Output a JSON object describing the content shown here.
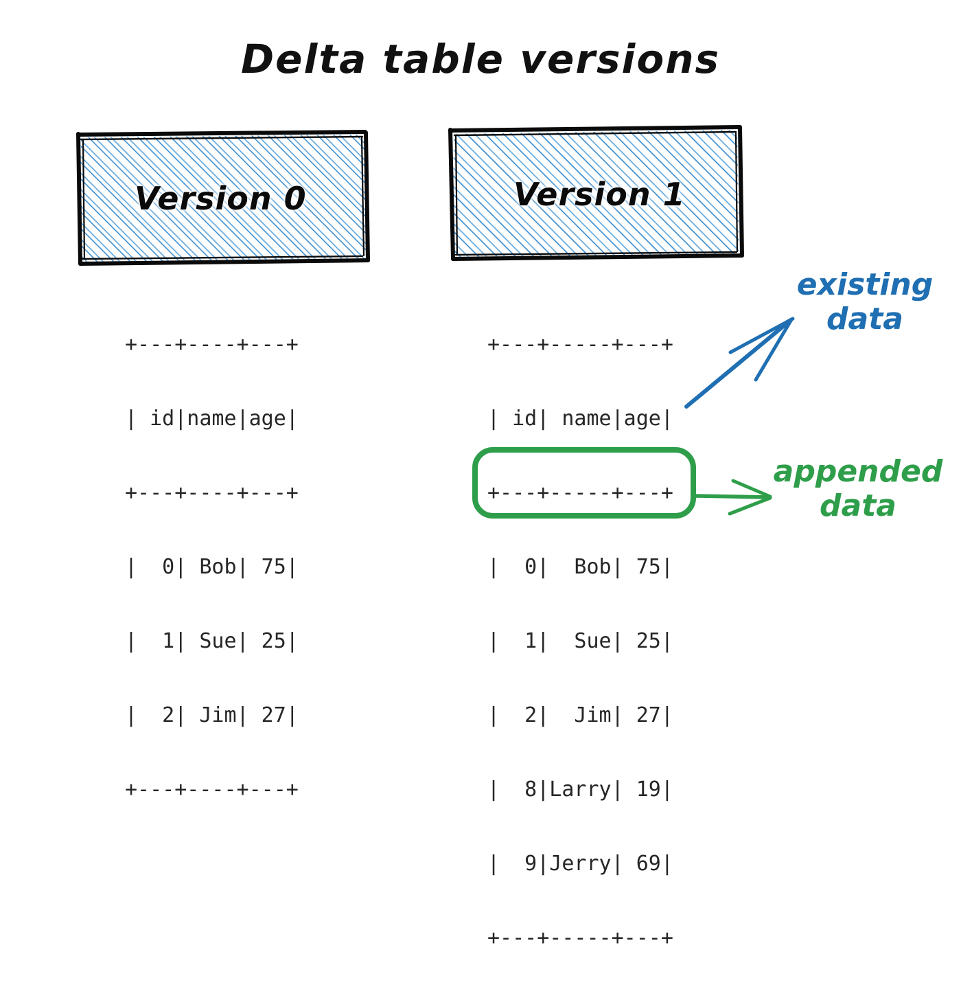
{
  "page": {
    "title": "Delta table versions",
    "background": "#ffffff"
  },
  "colors": {
    "ink": "#111111",
    "hatch_blue": "#3D8FD1",
    "annot_blue": "#1F6FB2",
    "annot_green": "#2E9E4A",
    "mono_text": "#262626"
  },
  "boxes": [
    {
      "name": "version-0",
      "label": "Version 0"
    },
    {
      "name": "version-1",
      "label": "Version 1"
    }
  ],
  "tables": {
    "version0": {
      "name": "version-0-table",
      "columns": [
        "id",
        "name",
        "age"
      ],
      "rows": [
        {
          "id": "0",
          "name": "Bob",
          "age": "75"
        },
        {
          "id": "1",
          "name": "Sue",
          "age": "25"
        },
        {
          "id": "2",
          "name": "Jim",
          "age": "27"
        }
      ],
      "lines": [
        "+---+----+---+",
        "| id|name|age|",
        "+---+----+---+",
        "|  0| Bob| 75|",
        "|  1| Sue| 25|",
        "|  2| Jim| 27|",
        "+---+----+---+"
      ]
    },
    "version1": {
      "name": "version-1-table",
      "columns": [
        "id",
        "name",
        "age"
      ],
      "rows": [
        {
          "id": "0",
          "name": "Bob",
          "age": "75",
          "group": "existing"
        },
        {
          "id": "1",
          "name": "Sue",
          "age": "25",
          "group": "existing"
        },
        {
          "id": "2",
          "name": "Jim",
          "age": "27",
          "group": "existing"
        },
        {
          "id": "8",
          "name": "Larry",
          "age": "19",
          "group": "appended"
        },
        {
          "id": "9",
          "name": "Jerry",
          "age": "69",
          "group": "appended"
        }
      ],
      "lines": [
        "+---+-----+---+",
        "| id| name|age|",
        "+---+-----+---+",
        "|  0|  Bob| 75|",
        "|  1|  Sue| 25|",
        "|  2|  Jim| 27|",
        "|  8|Larry| 19|",
        "|  9|Jerry| 69|",
        "+---+-----+---+"
      ]
    }
  },
  "annotations": {
    "existing": {
      "text": "existing\ndata",
      "color": "#1F6FB2"
    },
    "appended": {
      "text": "appended\ndata",
      "color": "#2E9E4A"
    }
  }
}
